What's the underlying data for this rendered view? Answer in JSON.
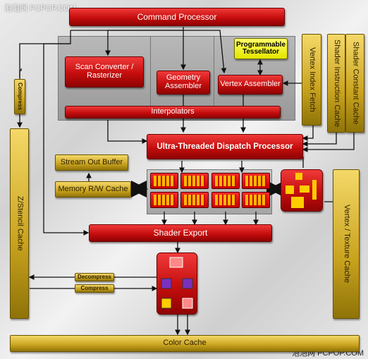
{
  "watermark_top": "泡泡网 PCPOP.COM",
  "watermark_bottom": "泡泡网 PCPOP.COM",
  "blocks": {
    "command_processor": "Command Processor",
    "scan_converter": "Scan Converter / Rasterizer",
    "geometry_assembler": "Geometry Assembler",
    "vertex_assembler": "Vertex Assembler",
    "programmable_tessellator": "Programmable Tessellator",
    "interpolators": "Interpolators",
    "vertex_index_fetch": "Vertex Index Fetch",
    "shader_instruction_cache": "Shader Instruction Cache",
    "shader_constant_cache": "Shader Constant Cache",
    "compress_left": "Compress",
    "ultra_threaded_dispatch": "Ultra-Threaded Dispatch Processor",
    "stream_out_buffer": "Stream Out Buffer",
    "memory_rw_cache": "Memory R/W Cache",
    "zstencil_cache": "Z/Stencil Cache",
    "shader_export": "Shader Export",
    "vertex_texture_cache": "Vertex / Texture Cache",
    "decompress": "Decompress",
    "compress_bottom": "Compress",
    "color_cache": "Color Cache"
  },
  "colors": {
    "red": "#d01010",
    "gold": "#c9a31e",
    "yellow": "#ffff33",
    "gray": "#a8a8a8"
  }
}
